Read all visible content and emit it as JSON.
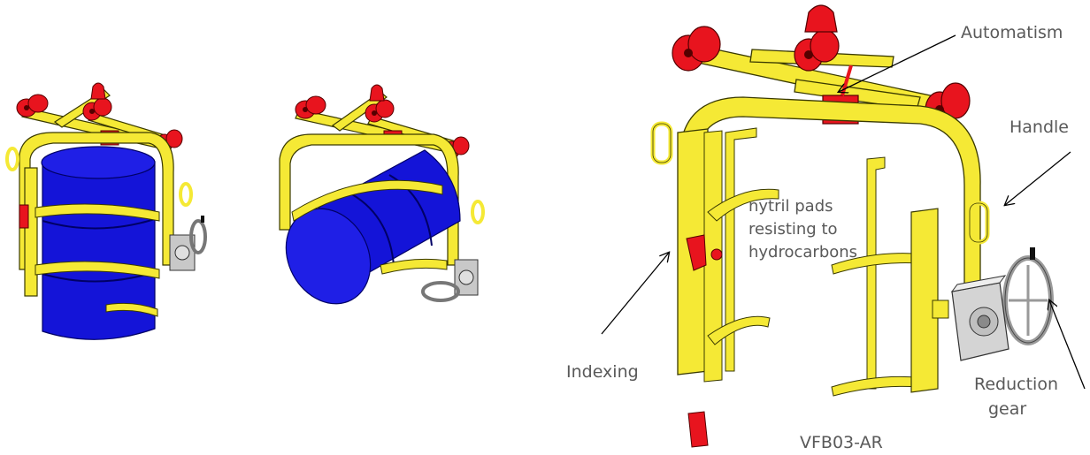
{
  "labels": {
    "automatism": "Automatism",
    "handle": "Handle",
    "pads_line1": "nytril pads",
    "pads_line2": "resisting to",
    "pads_line3": "hydrocarbons",
    "indexing": "Indexing",
    "reduction_line1": "Reduction",
    "reduction_line2": "gear",
    "model": "VFB03-AR"
  },
  "colors": {
    "frame_yellow": "#f5e935",
    "frame_outline": "#3a3a00",
    "roller_red": "#e8141e",
    "drum_blue": "#1414d8",
    "gear_grey": "#c8c8c8",
    "label_grey": "#595959"
  }
}
